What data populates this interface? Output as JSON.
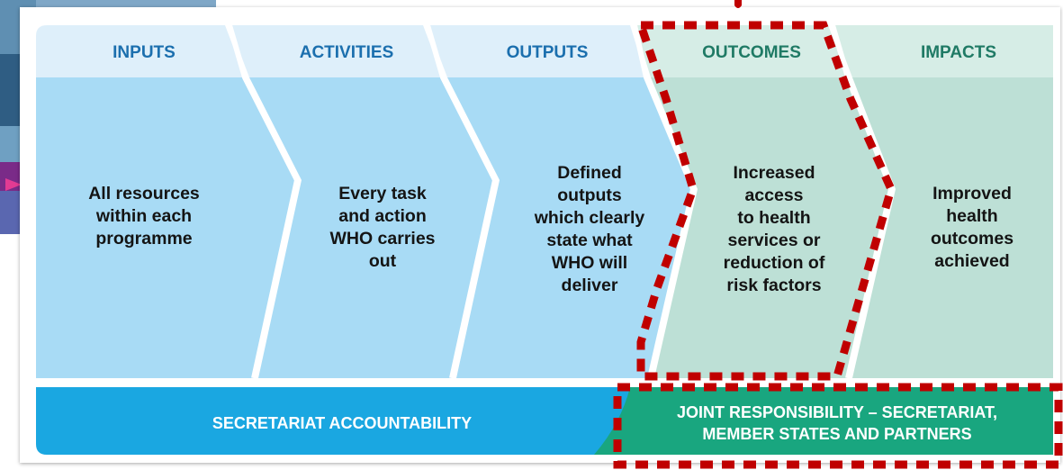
{
  "stages": [
    {
      "title": "INPUTS",
      "body": [
        "All resources",
        "within each",
        "programme"
      ]
    },
    {
      "title": "ACTIVITIES",
      "body": [
        "Every task",
        "and action",
        "WHO carries",
        "out"
      ]
    },
    {
      "title": "OUTPUTS",
      "body": [
        "Defined",
        "outputs",
        "which clearly",
        "state what",
        "WHO will",
        "deliver"
      ]
    },
    {
      "title": "OUTCOMES",
      "body": [
        "Increased",
        "access",
        "to health",
        "services or",
        "reduction of",
        "risk factors"
      ]
    },
    {
      "title": "IMPACTS",
      "body": [
        "Improved",
        "health",
        "outcomes",
        "achieved"
      ]
    }
  ],
  "footer": {
    "left": "SECRETARIAT ACCOUNTABILITY",
    "right_line1": "JOINT RESPONSIBILITY – SECRETARIAT,",
    "right_line2": "MEMBER STATES AND PARTNERS"
  },
  "colors": {
    "header_blue": "#deeffa",
    "body_blue": "#a8dbf5",
    "header_teal": "#d6ede6",
    "body_teal": "#bde0d6",
    "title_blue": "#1b6fae",
    "title_teal": "#1f7a65",
    "bar_blue": "#1aa7e1",
    "bar_teal": "#19a67f",
    "highlight_red": "#c00000"
  }
}
